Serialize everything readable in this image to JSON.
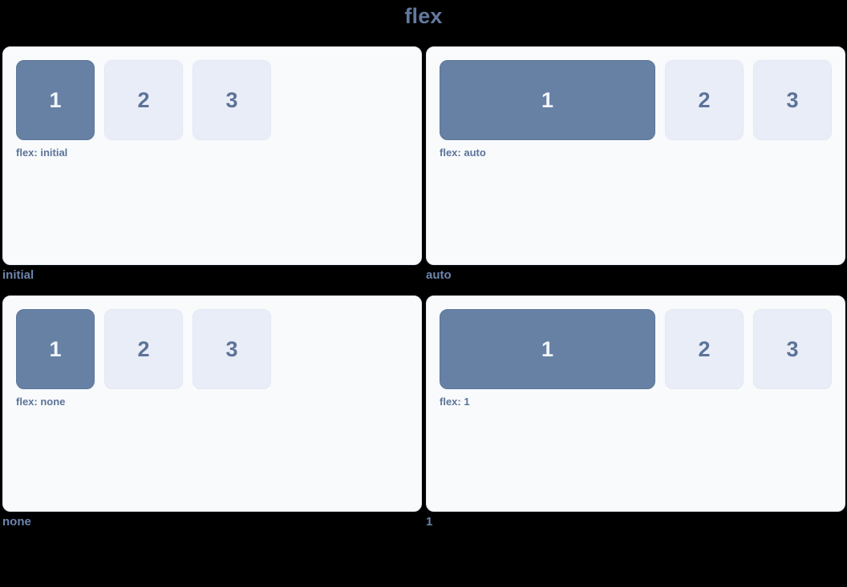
{
  "page": {
    "title": "flex",
    "background_color": "#000000",
    "accent_color": "#6c85ad",
    "panel_background": "#f8fafc",
    "primary_box_color": "#6781a5",
    "ghost_box_color": "#e9edf7",
    "label_color": "#5b7398"
  },
  "panels": [
    {
      "caption": "initial",
      "code_label": "flex: initial",
      "variant": "v-initial",
      "boxes": [
        {
          "label": "1",
          "style": "primary"
        },
        {
          "label": "2",
          "style": "ghost"
        },
        {
          "label": "3",
          "style": "ghost"
        }
      ]
    },
    {
      "caption": "auto",
      "code_label": "flex: auto",
      "variant": "v-auto",
      "boxes": [
        {
          "label": "1",
          "style": "primary"
        },
        {
          "label": "2",
          "style": "ghost"
        },
        {
          "label": "3",
          "style": "ghost"
        }
      ]
    },
    {
      "caption": "none",
      "code_label": "flex: none",
      "variant": "v-none",
      "boxes": [
        {
          "label": "1",
          "style": "primary"
        },
        {
          "label": "2",
          "style": "ghost"
        },
        {
          "label": "3",
          "style": "ghost"
        }
      ]
    },
    {
      "caption": "1",
      "code_label": "flex: 1",
      "variant": "v-one",
      "boxes": [
        {
          "label": "1",
          "style": "primary"
        },
        {
          "label": "2",
          "style": "ghost"
        },
        {
          "label": "3",
          "style": "ghost"
        }
      ]
    }
  ]
}
